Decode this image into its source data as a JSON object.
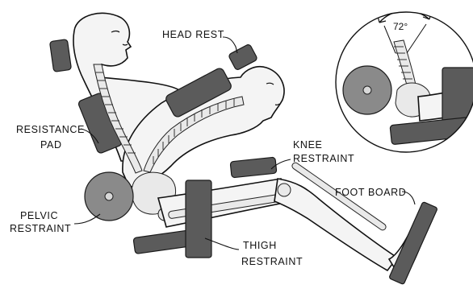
{
  "labels": {
    "head_rest": "HEAD REST",
    "resistance_pad_1": "RESISTANCE",
    "resistance_pad_2": "PAD",
    "knee_restraint_1": "KNEE",
    "knee_restraint_2": "RESTRAINT",
    "foot_board": "FOOT BOARD",
    "pelvic_restraint_1": "PELVIC",
    "pelvic_restraint_2": "RESTRAINT",
    "thigh_restraint_1": "THIGH",
    "thigh_restraint_2": "RESTRAINT"
  },
  "inset": {
    "angle_label": "72°"
  }
}
